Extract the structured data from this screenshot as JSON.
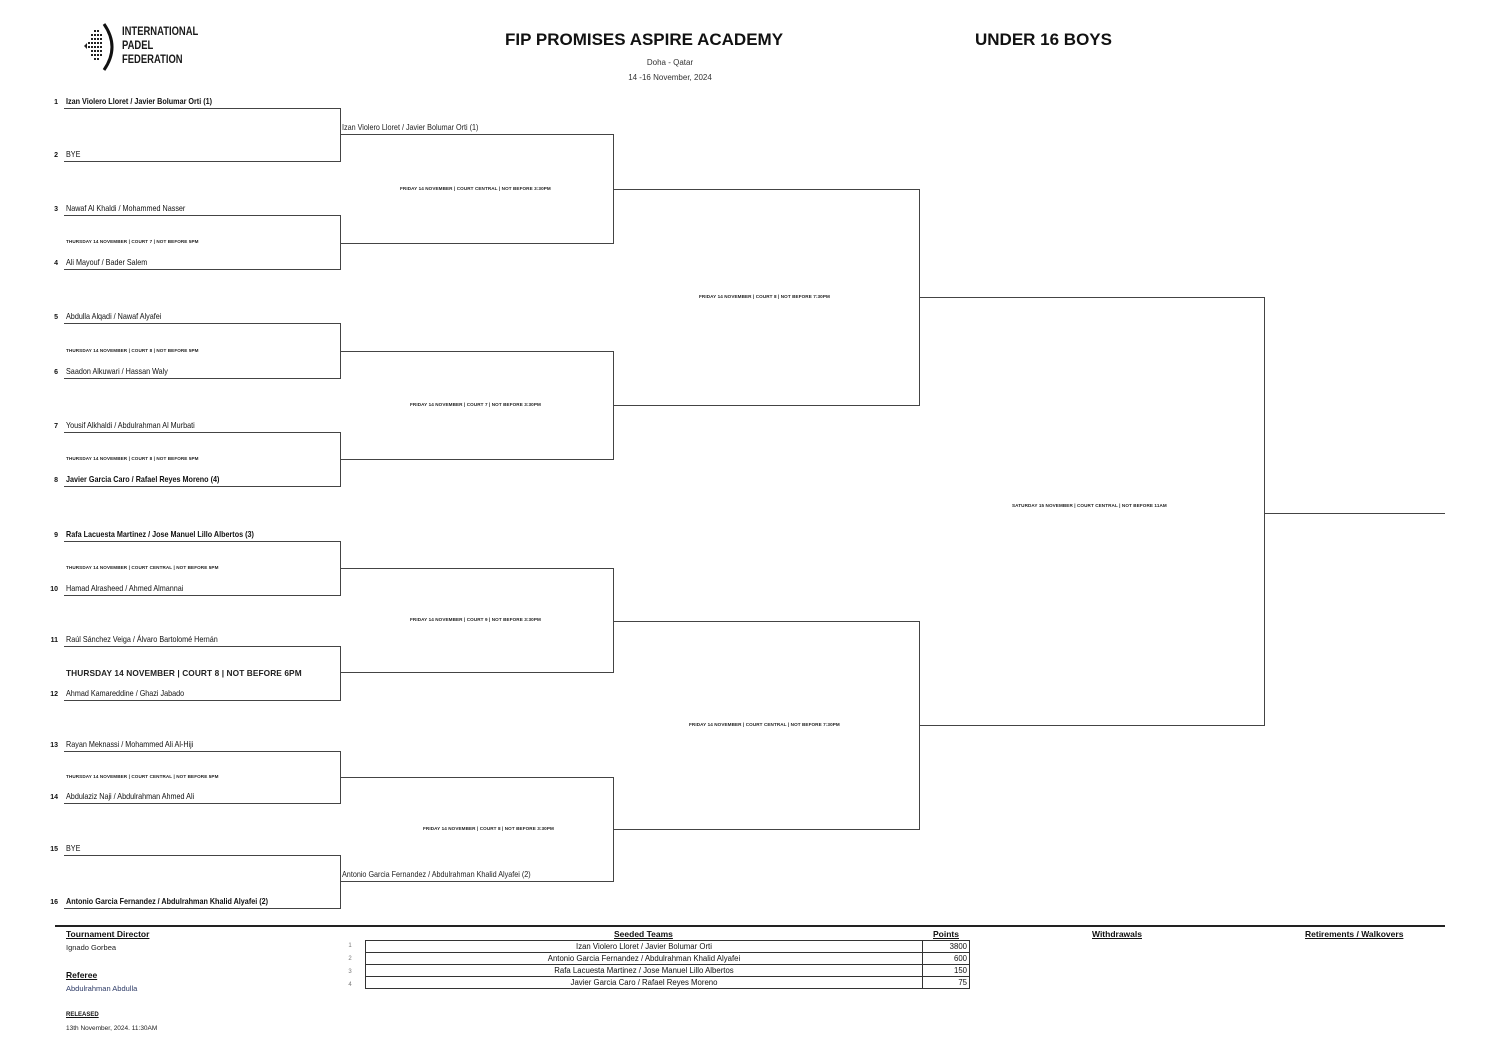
{
  "header": {
    "logo_lines": [
      "INTERNATIONAL",
      "PADEL",
      "FEDERATION"
    ],
    "title": "FIP PROMISES ASPIRE ACADEMY",
    "category": "UNDER 16 BOYS",
    "location": "Doha - Qatar",
    "dates": "14 -16 November, 2024"
  },
  "round1": [
    {
      "seed": "1",
      "team": "Izan Violero Lloret / Javier Bolumar Orti (1)",
      "bold": true
    },
    {
      "seed": "2",
      "team": "BYE",
      "bold": false
    },
    {
      "seed": "3",
      "team": "Nawaf Al Khaldi / Mohammed Nasser",
      "bold": false
    },
    {
      "seed": "4",
      "team": "Ali Mayouf / Bader Salem",
      "bold": false
    },
    {
      "seed": "5",
      "team": "Abdulla Alqadi / Nawaf Alyafei",
      "bold": false
    },
    {
      "seed": "6",
      "team": "Saadon Alkuwari / Hassan Waly",
      "bold": false
    },
    {
      "seed": "7",
      "team": "Yousif Alkhaldi / Abdulrahman Al Murbati",
      "bold": false
    },
    {
      "seed": "8",
      "team": "Javier Garcia Caro / Rafael Reyes Moreno (4)",
      "bold": true
    },
    {
      "seed": "9",
      "team": "Rafa Lacuesta Martinez / Jose Manuel Lillo Albertos (3)",
      "bold": true
    },
    {
      "seed": "10",
      "team": "Hamad Alrasheed / Ahmed Almannai",
      "bold": false
    },
    {
      "seed": "11",
      "team": "Raúl Sánchez Veiga / Álvaro Bartolomé Hernán",
      "bold": false
    },
    {
      "seed": "12",
      "team": "Ahmad Kamareddine / Ghazi Jabado",
      "bold": false
    },
    {
      "seed": "13",
      "team": "Rayan Meknassi / Mohammed Ali Al-Hiji",
      "bold": false
    },
    {
      "seed": "14",
      "team": "Abdulaziz Naji / Abdulrahman Ahmed Ali",
      "bold": false
    },
    {
      "seed": "15",
      "team": "BYE",
      "bold": false
    },
    {
      "seed": "16",
      "team": "Antonio Garcia Fernandez / Abdulrahman Khalid Alyafei (2)",
      "bold": true
    }
  ],
  "round1_schedules": [
    "",
    "THURSDAY 14 NOVEMBER | COURT 7 | NOT BEFORE 5PM",
    "THURSDAY 14 NOVEMBER | COURT 8 | NOT BEFORE 5PM",
    "THURSDAY 14 NOVEMBER | COURT 8 | NOT BEFORE 5PM",
    "THURSDAY 14 NOVEMBER | COURT CENTRAL | NOT BEFORE 5PM",
    "THURSDAY 14 NOVEMBER | COURT 8 | NOT BEFORE 6PM",
    "THURSDAY 14 NOVEMBER | COURT CENTRAL | NOT BEFORE 5PM",
    ""
  ],
  "round2_winners": [
    "Izan Violero Lloret / Javier Bolumar Orti (1)",
    "",
    "",
    "",
    "",
    "",
    "",
    "Antonio Garcia Fernandez / Abdulrahman Khalid Alyafei (2)"
  ],
  "round2_schedules": [
    "FRIDAY 14 NOVEMBER | COURT CENTRAL | NOT BEFORE 3:30PM",
    "FRIDAY 14 NOVEMBER | COURT 7 | NOT BEFORE 3:30PM",
    "FRIDAY 14 NOVEMBER | COURT 9 | NOT BEFORE 3:30PM",
    "FRIDAY 14 NOVEMBER | COURT 8 | NOT BEFORE 3:30PM"
  ],
  "semifinal_schedules": [
    "FRIDAY 14 NOVEMBER | COURT 8 | NOT BEFORE 7:30PM",
    "FRIDAY 14 NOVEMBER | COURT CENTRAL | NOT BEFORE 7:30PM"
  ],
  "final_schedule": "SATURDAY 15 NOVEMBER | COURT CENTRAL | NOT BEFORE 11AM",
  "footer": {
    "director_label": "Tournament Director",
    "director_name": "Ignado Gorbea",
    "referee_label": "Referee",
    "referee_name": "Abdulrahman Abdulla",
    "released_label": "RELEASED",
    "released_value": "13th November, 2024. 11:30AM",
    "seeded_label": "Seeded Teams",
    "points_label": "Points",
    "withdrawals_label": "Withdrawals",
    "retirements_label": "Retirements / Walkovers",
    "seeds": [
      {
        "index": "1",
        "team": "Izan Violero Lloret / Javier Bolumar Orti",
        "points": "3800"
      },
      {
        "index": "2",
        "team": "Antonio Garcia Fernandez / Abdulrahman Khalid Alyafei",
        "points": "600"
      },
      {
        "index": "3",
        "team": "Rafa Lacuesta Martinez / Jose Manuel Lillo Albertos",
        "points": "150"
      },
      {
        "index": "4",
        "team": "Javier Garcia Caro / Rafael Reyes Moreno",
        "points": "75"
      }
    ]
  }
}
